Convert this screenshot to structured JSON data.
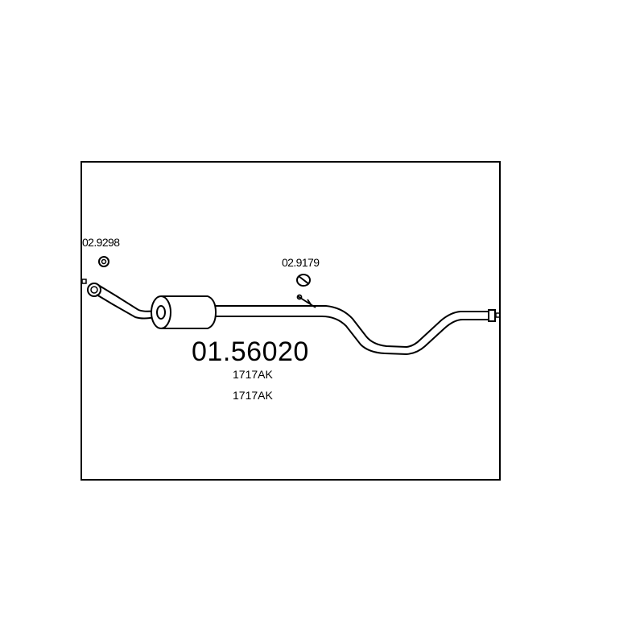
{
  "diagram": {
    "main_part_number": "01.56020",
    "oe_references": [
      "1717AK",
      "1717AK"
    ],
    "accessories": {
      "gasket_label": "02.9298",
      "clamp_label": "02.9179"
    }
  },
  "colors": {
    "line": "#000000",
    "background": "#ffffff"
  }
}
